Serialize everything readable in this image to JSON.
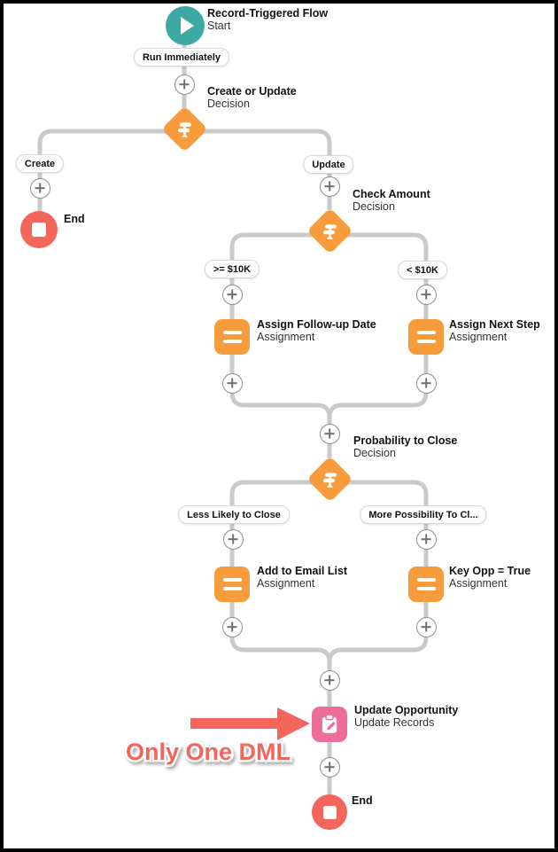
{
  "colors": {
    "start_teal": "#3CA9A3",
    "element_orange": "#F79B3D",
    "update_pink": "#ED6E97",
    "end_coral": "#F4655C",
    "connector_gray": "#CBCAC8",
    "annotation_red": "#F4655C"
  },
  "flow": {
    "start": {
      "title": "Record-Triggered Flow",
      "subtitle": "Start",
      "path_label": "Run Immediately"
    },
    "decision_create_update": {
      "title": "Create or Update",
      "subtitle": "Decision",
      "left_branch": "Create",
      "right_branch": "Update"
    },
    "end_left": {
      "label": "End"
    },
    "decision_check_amount": {
      "title": "Check Amount",
      "subtitle": "Decision",
      "left_branch": ">= $10K",
      "right_branch": "< $10K"
    },
    "assign_follow_up": {
      "title": "Assign Follow-up Date",
      "subtitle": "Assignment"
    },
    "assign_next_step": {
      "title": "Assign Next Step",
      "subtitle": "Assignment"
    },
    "decision_probability": {
      "title": "Probability to Close",
      "subtitle": "Decision",
      "left_branch": "Less Likely to Close",
      "right_branch": "More Possibility To Cl..."
    },
    "assign_email_list": {
      "title": "Add to Email List",
      "subtitle": "Assignment"
    },
    "assign_key_opp": {
      "title": "Key Opp = True",
      "subtitle": "Assignment"
    },
    "update_opportunity": {
      "title": "Update Opportunity",
      "subtitle": "Update Records"
    },
    "end_bottom": {
      "label": "End"
    },
    "annotation": {
      "text": "Only One DML"
    }
  }
}
